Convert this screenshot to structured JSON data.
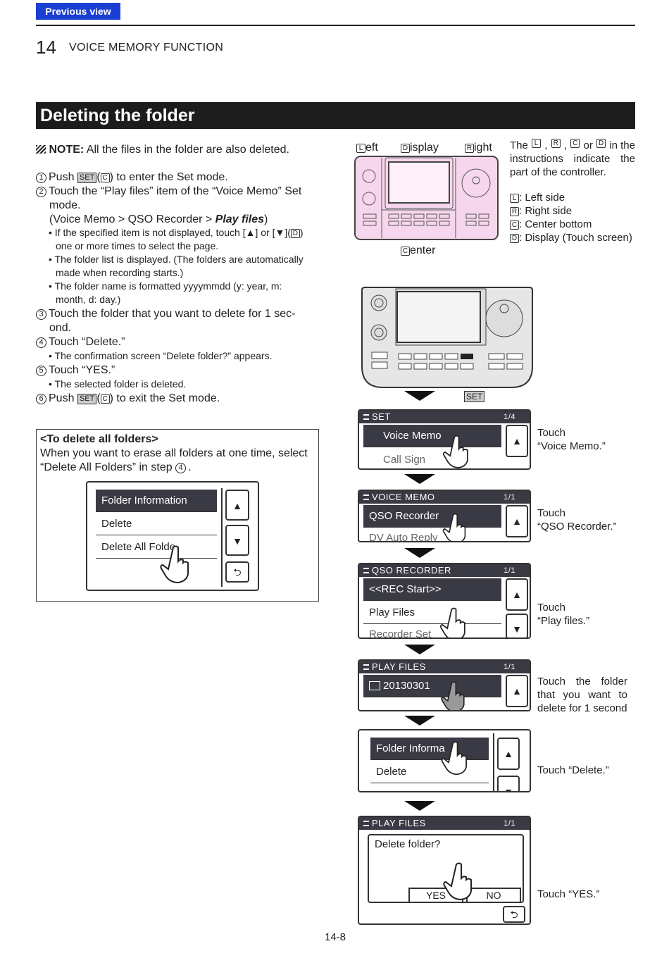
{
  "header": {
    "prev_view": "Previous view",
    "chapter_number": "14",
    "chapter_title": "VOICE MEMORY FUNCTION",
    "section_title": "Deleting the folder",
    "page_number": "14-8"
  },
  "left": {
    "note_label": "NOTE:",
    "note_text": "All the files in the folder are also deleted.",
    "step1_num": "1",
    "step1_a": "Push",
    "step1_key": "SET",
    "step1_c": "C",
    "step1_b": ") to enter the Set mode.",
    "step2_num": "2",
    "step2_line1": "Touch the “Play files” item of the “Voice Memo” Set",
    "step2_line2": "mode.",
    "step2_path": "(Voice Memo > QSO Recorder >",
    "step2_path_bold": "Play files",
    "step2_path_end": ")",
    "b1_line1_a": "• If the specified item is not displayed, touch [▲] or [▼](",
    "b1_line1_d": "D",
    "b1_line1_b": ")",
    "b1_line2": "one or more times to select the page.",
    "b2_line1": "• The folder list is displayed. (The folders are automatically",
    "b2_line2": "made when recording starts.)",
    "b3_line1": "• The folder name is formatted yyyymmdd (y: year, m:",
    "b3_line2": "month, d: day.)",
    "step3_num": "3",
    "step3_line1": "Touch the folder that you want to delete for 1 sec-",
    "step3_line2": "ond.",
    "step4_num": "4",
    "step4": "Touch “Delete.”",
    "b4": "• The confirmation screen “Delete folder?” appears.",
    "step5_num": "5",
    "step5": "Touch “YES.”",
    "b5": "• The selected folder is deleted.",
    "step6_num": "6",
    "step6_a": "Push",
    "step6_key": "SET",
    "step6_c": "C",
    "step6_b": ") to exit the Set mode.",
    "allbox_title": "<To delete all folders>",
    "allbox_line1": "When you want to erase all folders at one time, select",
    "allbox_line2_a": "“Delete All Folders” in step",
    "allbox_line2_num": "4",
    "allbox_line2_b": "."
  },
  "allbox_screen": {
    "items": [
      "Folder Information",
      "Delete",
      "Delete All Folde"
    ]
  },
  "controller": {
    "left_key": "L",
    "left_rest": "eft",
    "display_key": "D",
    "display_rest": "isplay",
    "right_key": "R",
    "right_rest": "ight",
    "center_key": "C",
    "center_rest": "enter",
    "desc_a": "The",
    "desc_l": "L",
    "desc_r": "R",
    "desc_c": "C",
    "desc_d": "D",
    "desc_or": "or",
    "desc_in_the": "in the",
    "desc_line2": "instructions indicate the",
    "desc_line3": "part of the controller.",
    "legend_l": ": Left side",
    "legend_r": ": Right side",
    "legend_c": ": Center bottom",
    "legend_d": ": Display (Touch screen)",
    "set_label": "SET"
  },
  "screens": {
    "s1": {
      "header": "SET",
      "page": "1/4",
      "item1": "Voice Memo",
      "item2": "Call Sign"
    },
    "s2": {
      "header": "VOICE MEMO",
      "page": "1/1",
      "item1": "QSO Recorder",
      "item2": "DV Auto Reply"
    },
    "s3": {
      "header": "QSO RECORDER",
      "page": "1/1",
      "item1": "<<REC Start>>",
      "item2": "Play Files",
      "item3": "Recorder Set"
    },
    "s4": {
      "header": "PLAY FILES",
      "page": "1/1",
      "item1": "20130301"
    },
    "s5": {
      "item1": "Folder Informa",
      "item2": "Delete"
    },
    "s6": {
      "header": "PLAY FILES",
      "page": "1/1",
      "dialog": "Delete folder?",
      "yes": "YES",
      "no": "NO"
    }
  },
  "captions": {
    "c1_a": "Touch",
    "c1_b": "“Voice Memo.”",
    "c2_a": "Touch",
    "c2_b": "“QSO Recorder.”",
    "c3_a": "Touch",
    "c3_b": "“Play files.”",
    "c4_a": "Touch the folder",
    "c4_b": "that you want to",
    "c4_c": "delete for 1 second",
    "c5": "Touch “Delete.”",
    "c6": "Touch “YES.”"
  },
  "colors": {
    "prev_button": "#1a3fd3",
    "section_bar": "#1c1c1c",
    "controller_highlight": "#f6d6ec"
  }
}
